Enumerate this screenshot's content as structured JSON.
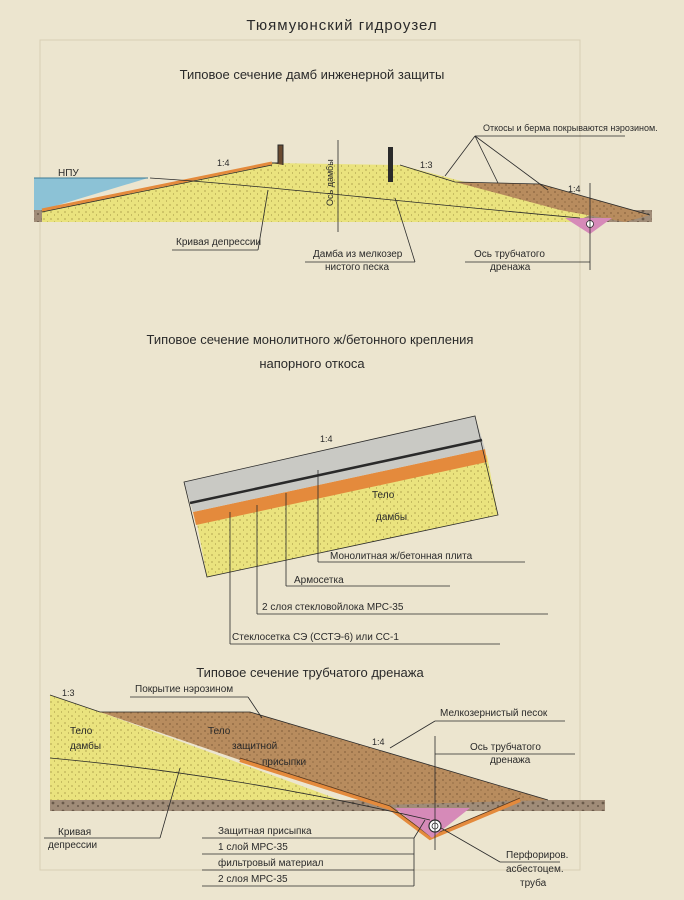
{
  "title": "Тюямуюнский гидроузел",
  "section1": {
    "heading": "Типовое сечение дамб инженерной защиты",
    "water_level": "НПУ",
    "slope_left": "1:4",
    "slope_right": "1:3",
    "slope_drain": "1:4",
    "axis": "Ось дамбы",
    "coating_note": "Откосы и берма покрываются нэрозином.",
    "depression_curve": "Кривая депрессии",
    "dam_material_1": "Дамба из мелкозер",
    "dam_material_2": "нистого песка",
    "drain_axis_1": "Ось трубчатого",
    "drain_axis_2": "дренажа"
  },
  "section2": {
    "heading_1": "Типовое сечение монолитного ж/бетонного крепления",
    "heading_2": "напорного откоса",
    "slope": "1:4",
    "body_1": "Тело",
    "body_2": "дамбы",
    "layers": [
      "Монолитная ж/бетонная плита",
      "Армосетка",
      "2 слоя стекловойлока МРС-35",
      "Стеклосетка СЭ (ССТЭ-6) или СС-1"
    ]
  },
  "section3": {
    "heading": "Типовое сечение трубчатого дренажа",
    "slope_left": "1:3",
    "slope_right": "1:4",
    "coating": "Покрытие нэрозином",
    "body_1": "Тело",
    "body_2": "дамбы",
    "fill_1": "Тело",
    "fill_2": "защитной",
    "fill_3": "присыпки",
    "sand": "Мелкозернистый песок",
    "drain_axis_1": "Ось трубчатого",
    "drain_axis_2": "дренажа",
    "depression_1": "Кривая",
    "depression_2": "депрессии",
    "layers": [
      "Защитная присыпка",
      "1 слой МРС-35",
      "фильтровый материал",
      "2 слоя МРС-35"
    ],
    "pipe_1": "Перфориров.",
    "pipe_2": "асбестоцем.",
    "pipe_3": "труба"
  },
  "colors": {
    "paper": "#ece5cf",
    "sand_yellow": "#eae37e",
    "fill_brown": "#b88c5e",
    "water_blue": "#8cc2d6",
    "concrete_gray": "#c9c9c4",
    "orange_layer": "#e48a3c",
    "ground": "#a08c78",
    "filter_pink": "#d68ab8"
  }
}
